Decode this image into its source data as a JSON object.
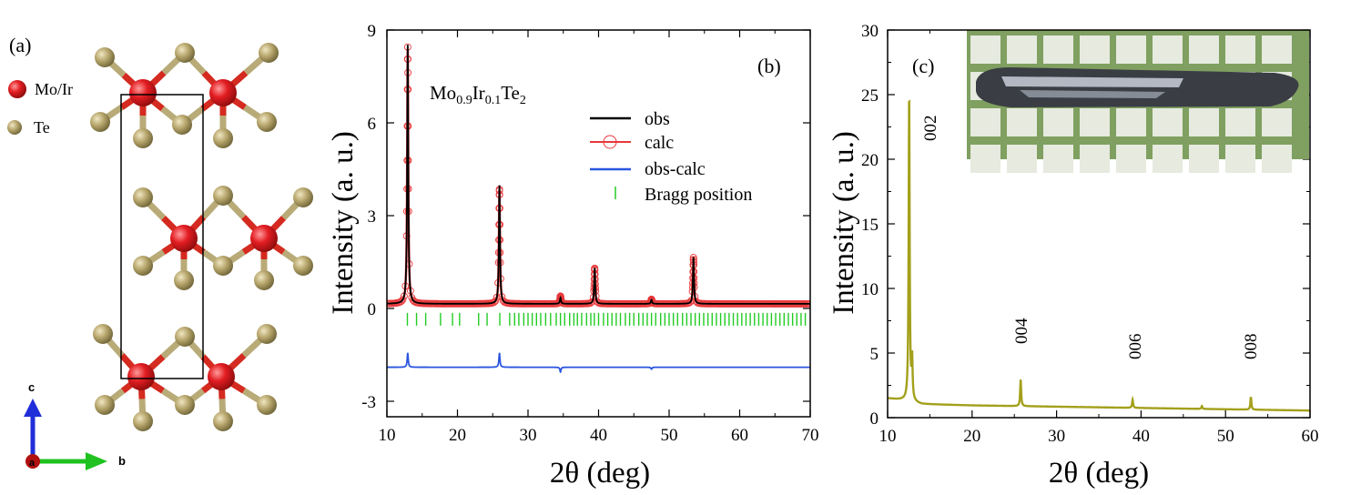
{
  "panel_a": {
    "label": "(a)",
    "legend": [
      {
        "name": "Mo/Ir",
        "color": "#d9161c"
      },
      {
        "name": "Te",
        "color": "#b5a46a"
      }
    ],
    "axes": {
      "c": "c",
      "a": "a",
      "b": "b"
    },
    "colors": {
      "mo": "#d9161c",
      "te": "#b5a46a",
      "bond_mo": "#d42a1f",
      "bond_te": "#b8ab78",
      "axis_c": "#1f2ed8",
      "axis_b": "#1fc21f",
      "axis_a": "#b01010"
    }
  },
  "chart_data": [
    {
      "panel": "(b)",
      "type": "line",
      "xlabel": "2θ (deg)",
      "ylabel": "Intensity (a. u.)",
      "xlim": [
        10,
        70
      ],
      "ylim": [
        -3.5,
        9
      ],
      "xticks": [
        10,
        20,
        30,
        40,
        50,
        60,
        70
      ],
      "yticks": [
        -3,
        0,
        3,
        6,
        9
      ],
      "ytick_labels": [
        "-3",
        "0",
        "3",
        "6",
        "9"
      ],
      "annotation": {
        "formula": [
          "Mo",
          "0.9",
          "Ir",
          "0.1",
          "Te",
          "2"
        ]
      },
      "baseline": 0.15,
      "diff_offset": -1.9,
      "peaks": [
        {
          "x": 12.95,
          "obs": 8.6,
          "calc": 8.45
        },
        {
          "x": 25.95,
          "obs": 4.0,
          "calc": 3.85
        },
        {
          "x": 39.45,
          "obs": 1.3,
          "calc": 1.3
        },
        {
          "x": 53.45,
          "obs": 1.65,
          "calc": 1.65
        },
        {
          "x": 34.6,
          "obs": 0.35,
          "calc": 0.4
        },
        {
          "x": 47.5,
          "obs": 0.28,
          "calc": 0.3
        }
      ],
      "bragg_positions": [
        12.9,
        14.2,
        15.5,
        17.6,
        19.3,
        20.3,
        23.0,
        24.2,
        26.0,
        27.4,
        28.1,
        28.7,
        29.4,
        30.0,
        30.6,
        31.2,
        31.8,
        32.5,
        33.2,
        34.0,
        34.6,
        35.2,
        35.9,
        36.5,
        37.0,
        37.6,
        38.3,
        38.9,
        39.4,
        40.0,
        40.7,
        41.3,
        41.9,
        42.5,
        43.1,
        43.8,
        44.4,
        45.0,
        45.7,
        46.3,
        46.9,
        47.5,
        48.1,
        48.8,
        49.4,
        50.0,
        50.6,
        51.2,
        51.9,
        52.5,
        53.1,
        53.7,
        54.3,
        54.9,
        55.5,
        56.1,
        56.7,
        57.3,
        57.9,
        58.5,
        59.1,
        59.7,
        60.3,
        60.9,
        61.5,
        62.1,
        62.7,
        63.3,
        63.9,
        64.5,
        65.1,
        65.7,
        66.3,
        66.9,
        67.5,
        68.1,
        68.7,
        69.3
      ],
      "bragg_y": -0.35,
      "series": [
        {
          "name": "obs",
          "color": "#000000"
        },
        {
          "name": "calc",
          "color": "#e8383a"
        },
        {
          "name": "obs-calc",
          "color": "#2a55e0"
        },
        {
          "name": "Bragg position",
          "color": "#22cc22"
        }
      ],
      "legend_position": "top-right"
    },
    {
      "panel": "(c)",
      "type": "line",
      "xlabel": "2θ (deg)",
      "ylabel": "Intensity (a. u.)",
      "xlim": [
        10,
        60
      ],
      "ylim": [
        0,
        30
      ],
      "xticks": [
        10,
        20,
        30,
        40,
        50,
        60
      ],
      "yticks": [
        0,
        5,
        10,
        15,
        20,
        25,
        30
      ],
      "color": "#a3a01b",
      "background": {
        "x": [
          10,
          12,
          14,
          20,
          30,
          40,
          50,
          60
        ],
        "y": [
          1.5,
          1.35,
          1.05,
          0.95,
          0.85,
          0.75,
          0.65,
          0.55
        ]
      },
      "peaks": [
        {
          "x": 12.55,
          "y": 24.8,
          "label": "002"
        },
        {
          "x": 12.9,
          "y": 4.3,
          "label": ""
        },
        {
          "x": 25.75,
          "y": 2.9,
          "label": "004"
        },
        {
          "x": 39.0,
          "y": 1.4,
          "label": "006"
        },
        {
          "x": 47.2,
          "y": 0.9,
          "label": ""
        },
        {
          "x": 53.0,
          "y": 1.6,
          "label": "008"
        }
      ],
      "inset": {
        "type": "photo",
        "grid_color": "#7fa060"
      }
    }
  ]
}
